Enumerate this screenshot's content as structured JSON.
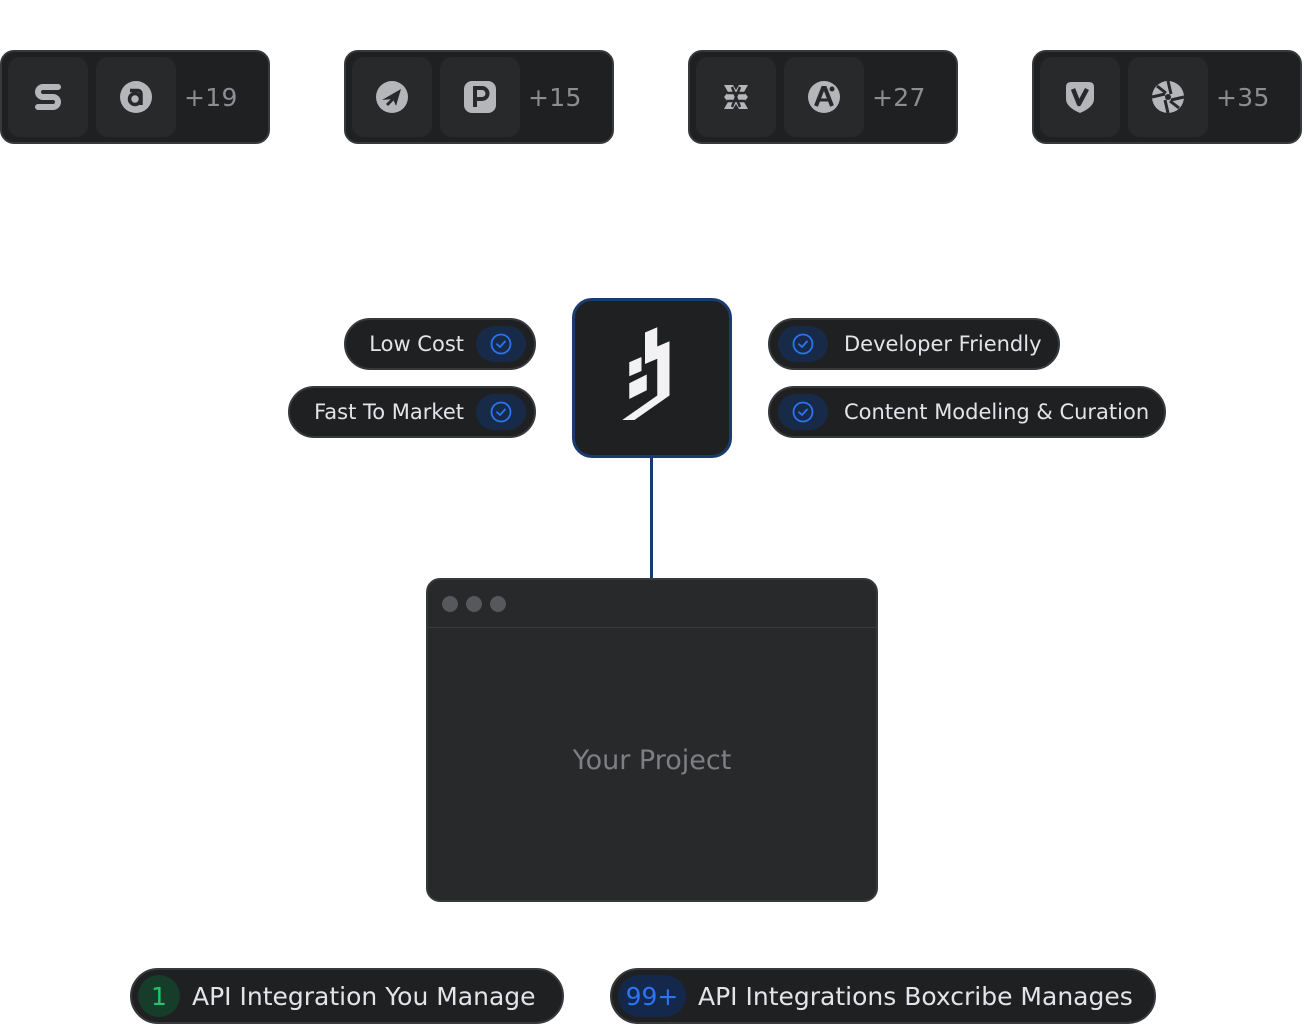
{
  "colors": {
    "accent_blue": "#2b74f4",
    "accent_green": "#22c56a",
    "panel": "#1f2022",
    "tile": "#28292b",
    "border": "#38393c",
    "logo_border": "#1b3a6e"
  },
  "integration_groups": [
    {
      "icons": [
        "s-brand-icon",
        "a-circle-brand-icon"
      ],
      "more": "+19"
    },
    {
      "icons": [
        "plane-brand-icon",
        "p-square-brand-icon"
      ],
      "more": "+15"
    },
    {
      "icons": [
        "grid-glyph-brand-icon",
        "a-star-brand-icon"
      ],
      "more": "+27"
    },
    {
      "icons": [
        "v-shield-brand-icon",
        "aperture-brand-icon"
      ],
      "more": "+35"
    }
  ],
  "benefits_left": [
    "Low Cost",
    "Fast To Market"
  ],
  "benefits_right": [
    "Developer Friendly",
    "Content Modeling & Curation"
  ],
  "center_logo_icon": "boxcribe-logo-icon",
  "project_window": {
    "title": "Your Project"
  },
  "stats": [
    {
      "value": "1",
      "label": "API Integration You Manage"
    },
    {
      "value": "99+",
      "label": "API Integrations Boxcribe Manages"
    }
  ]
}
